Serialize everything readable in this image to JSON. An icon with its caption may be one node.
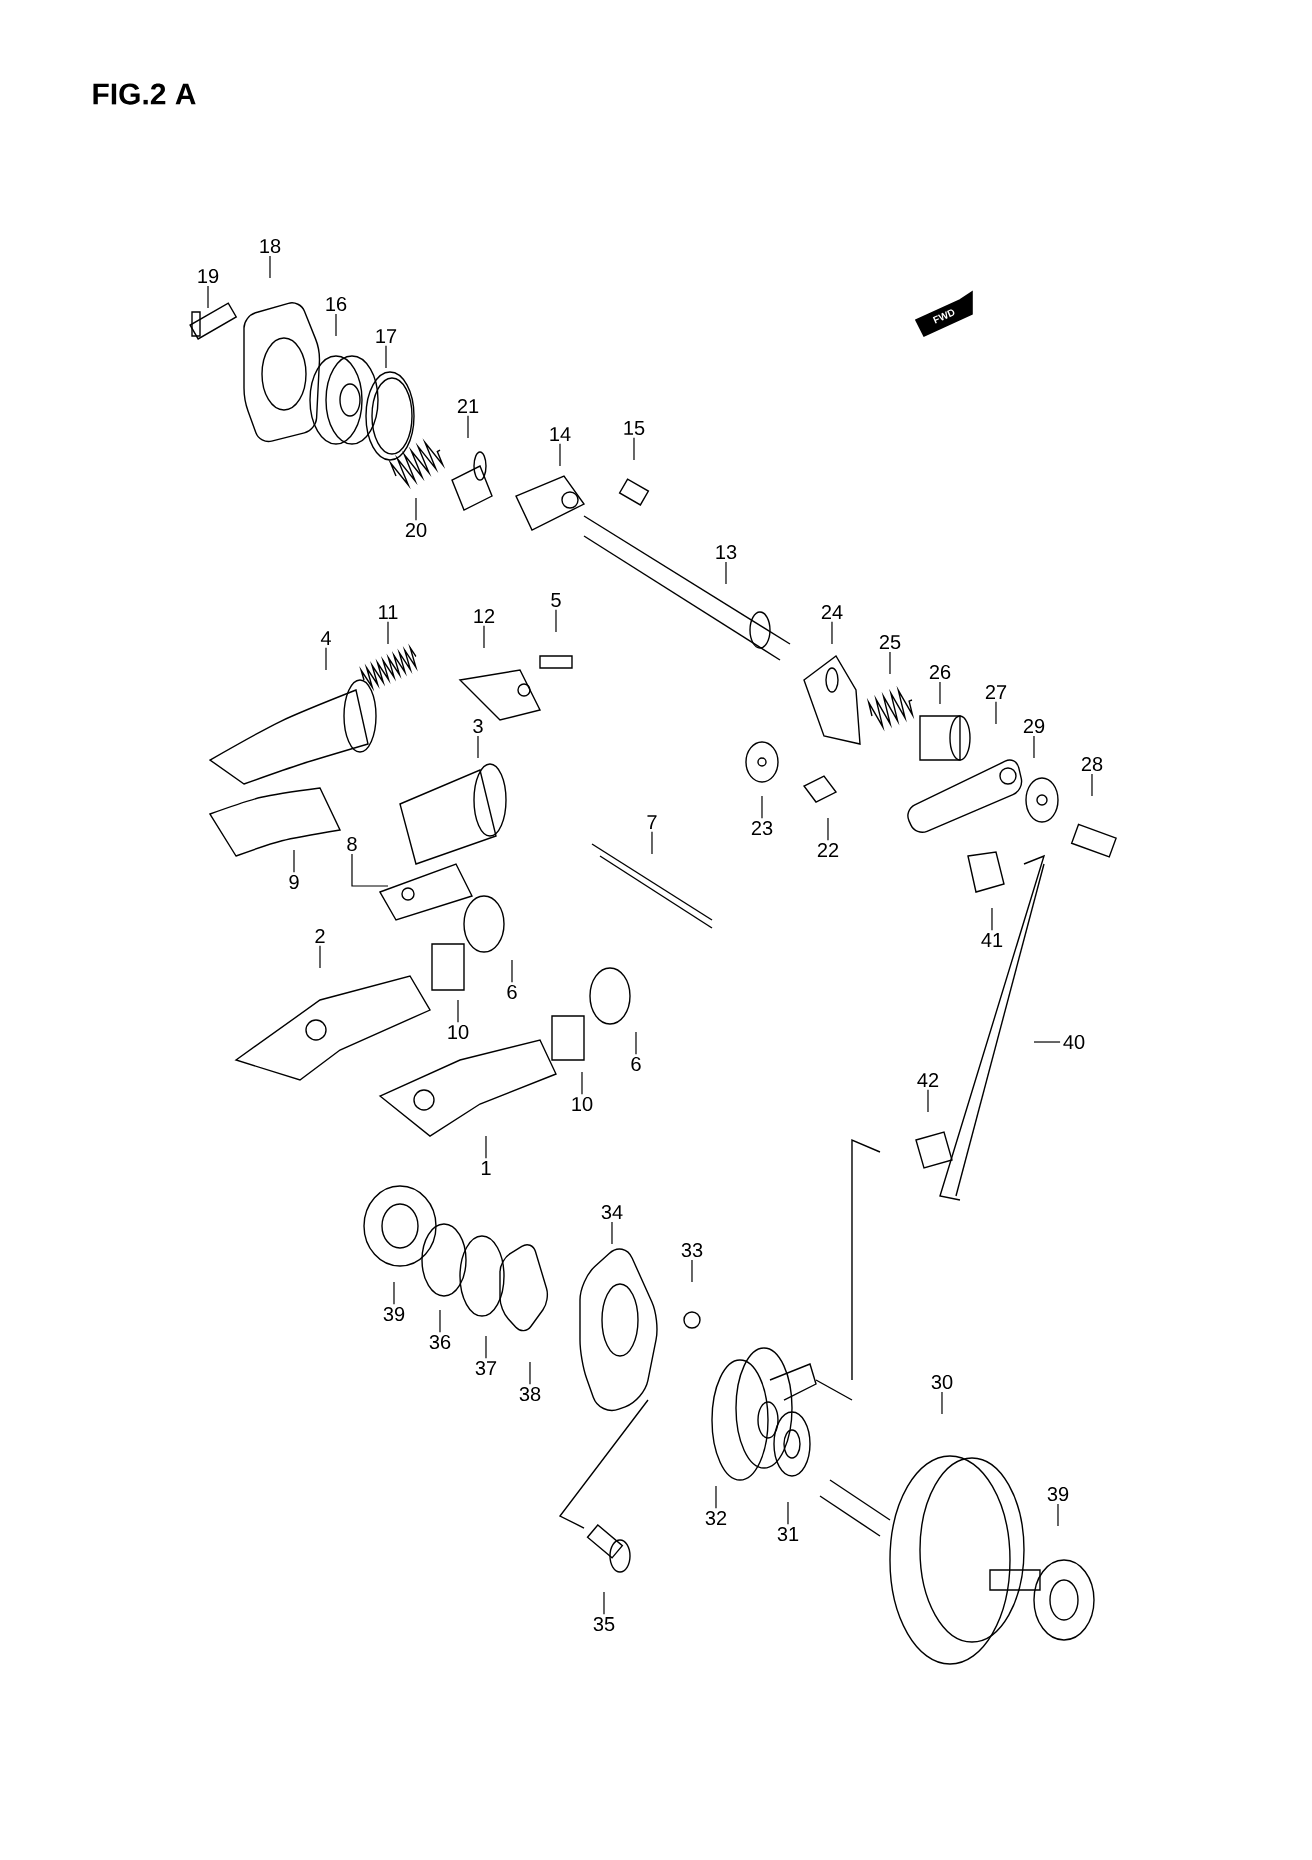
{
  "diagram": {
    "title": "FIG.2 A",
    "nodes": [
      {
        "text": [
          "19"
        ]
      },
      {
        "text": [
          "18"
        ]
      },
      {
        "text": [
          "16"
        ]
      },
      {
        "text": [
          "17"
        ]
      },
      {
        "text": [
          "21"
        ]
      },
      {
        "text": [
          "14"
        ]
      },
      {
        "text": [
          "15"
        ]
      },
      {
        "text": [
          "20"
        ]
      },
      {
        "text": [
          "13"
        ]
      },
      {
        "text": [
          "11"
        ]
      },
      {
        "text": [
          "12"
        ]
      },
      {
        "text": [
          "5"
        ]
      },
      {
        "text": [
          "4"
        ]
      },
      {
        "text": [
          "24"
        ]
      },
      {
        "text": [
          "25"
        ]
      },
      {
        "text": [
          "26"
        ]
      },
      {
        "text": [
          "3"
        ]
      },
      {
        "text": [
          "27"
        ]
      },
      {
        "text": [
          "29"
        ]
      },
      {
        "text": [
          "28"
        ]
      },
      {
        "text": [
          "7"
        ]
      },
      {
        "text": [
          "23"
        ]
      },
      {
        "text": [
          "8"
        ]
      },
      {
        "text": [
          "22"
        ]
      },
      {
        "text": [
          "9"
        ]
      },
      {
        "text": [
          "41"
        ]
      },
      {
        "text": [
          "2"
        ]
      },
      {
        "text": [
          "6"
        ]
      },
      {
        "text": [
          "10"
        ]
      },
      {
        "text": [
          "40"
        ]
      },
      {
        "text": [
          "6"
        ]
      },
      {
        "text": [
          "42"
        ]
      },
      {
        "text": [
          "10"
        ]
      },
      {
        "text": [
          "1"
        ]
      },
      {
        "text": [
          "34"
        ]
      },
      {
        "text": [
          "33"
        ]
      },
      {
        "text": [
          "39"
        ]
      },
      {
        "text": [
          "36"
        ]
      },
      {
        "text": [
          "37"
        ]
      },
      {
        "text": [
          "30"
        ]
      },
      {
        "text": [
          "38"
        ]
      },
      {
        "text": [
          "39"
        ]
      },
      {
        "text": [
          "32"
        ]
      },
      {
        "text": [
          "31"
        ]
      },
      {
        "text": [
          "35"
        ]
      }
    ],
    "edges": [
      {
        "from": 0,
        "to": null,
        "arrow": "none"
      },
      {
        "from": 1,
        "to": null,
        "arrow": "none"
      },
      {
        "from": 2,
        "to": null,
        "arrow": "none"
      },
      {
        "from": 3,
        "to": null,
        "arrow": "none"
      },
      {
        "from": 4,
        "to": null,
        "arrow": "none"
      },
      {
        "from": 5,
        "to": null,
        "arrow": "none"
      },
      {
        "from": 6,
        "to": null,
        "arrow": "none"
      },
      {
        "from": 7,
        "to": null,
        "arrow": "none"
      },
      {
        "from": 8,
        "to": null,
        "arrow": "none"
      },
      {
        "from": 9,
        "to": null,
        "arrow": "none"
      },
      {
        "from": 10,
        "to": null,
        "arrow": "none"
      },
      {
        "from": 11,
        "to": null,
        "arrow": "none"
      },
      {
        "from": 12,
        "to": null,
        "arrow": "none"
      },
      {
        "from": 13,
        "to": null,
        "arrow": "none"
      },
      {
        "from": 14,
        "to": null,
        "arrow": "none"
      },
      {
        "from": 15,
        "to": null,
        "arrow": "none"
      },
      {
        "from": 16,
        "to": null,
        "arrow": "none"
      },
      {
        "from": 17,
        "to": null,
        "arrow": "none"
      },
      {
        "from": 18,
        "to": null,
        "arrow": "none"
      },
      {
        "from": 19,
        "to": null,
        "arrow": "none"
      },
      {
        "from": 20,
        "to": null,
        "arrow": "none"
      },
      {
        "from": 21,
        "to": null,
        "arrow": "none"
      },
      {
        "from": 22,
        "to": null,
        "arrow": "none"
      },
      {
        "from": 23,
        "to": null,
        "arrow": "none"
      },
      {
        "from": 24,
        "to": null,
        "arrow": "none"
      },
      {
        "from": 25,
        "to": null,
        "arrow": "none"
      },
      {
        "from": 26,
        "to": null,
        "arrow": "none"
      },
      {
        "from": 27,
        "to": null,
        "arrow": "none"
      },
      {
        "from": 28,
        "to": null,
        "arrow": "none"
      },
      {
        "from": 29,
        "to": null,
        "arrow": "none"
      },
      {
        "from": 30,
        "to": null,
        "arrow": "none"
      },
      {
        "from": 31,
        "to": null,
        "arrow": "none"
      },
      {
        "from": 32,
        "to": null,
        "arrow": "none"
      },
      {
        "from": 33,
        "to": null,
        "arrow": "none"
      },
      {
        "from": 34,
        "to": null,
        "arrow": "none"
      },
      {
        "from": 35,
        "to": null,
        "arrow": "none"
      },
      {
        "from": 36,
        "to": null,
        "arrow": "none"
      },
      {
        "from": 37,
        "to": null,
        "arrow": "none"
      },
      {
        "from": 38,
        "to": null,
        "arrow": "none"
      },
      {
        "from": 39,
        "to": null,
        "arrow": "none"
      },
      {
        "from": 40,
        "to": null,
        "arrow": "none"
      },
      {
        "from": 41,
        "to": null,
        "arrow": "none"
      },
      {
        "from": 42,
        "to": null,
        "arrow": "none"
      },
      {
        "from": 43,
        "to": null,
        "arrow": "none"
      },
      {
        "from": 44,
        "to": null,
        "arrow": "none"
      }
    ],
    "labels": [
      "FWD"
    ]
  }
}
